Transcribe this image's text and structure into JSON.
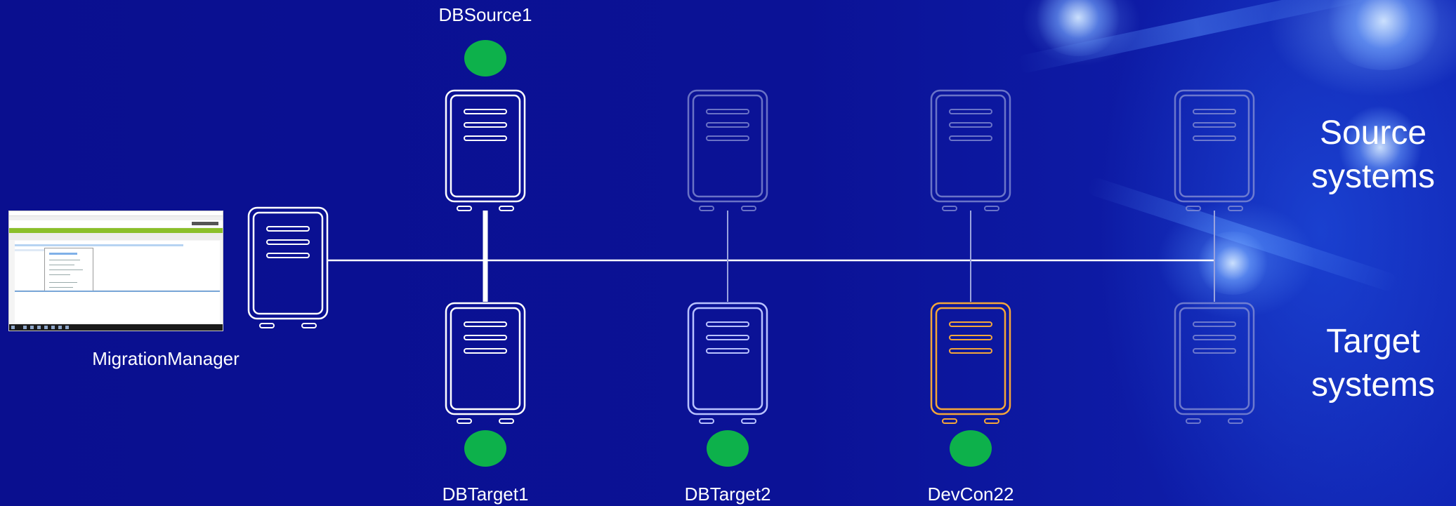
{
  "diagram": {
    "source_systems_label": "Source systems",
    "source_systems_lines": [
      "Source",
      "systems"
    ],
    "target_systems_label": "Target systems",
    "target_systems_lines": [
      "Target",
      "systems"
    ],
    "manager": {
      "name": "MigrationManager",
      "screenshot": "migration-console-screenshot"
    },
    "nodes": {
      "sources": [
        {
          "label": "DBSource1",
          "status": "active"
        },
        {
          "label": "",
          "status": "inactive"
        },
        {
          "label": "",
          "status": "inactive"
        },
        {
          "label": "",
          "status": "inactive"
        }
      ],
      "targets": [
        {
          "label": "DBTarget1",
          "status": "active"
        },
        {
          "label": "DBTarget2",
          "status": "active"
        },
        {
          "label": "DevCon22",
          "status": "selected"
        },
        {
          "label": "",
          "status": "inactive"
        }
      ]
    },
    "colors": {
      "background": "#0a0f92",
      "active": "#ffffff",
      "inactive": "#8a93d6",
      "highlight_target": "#f4a63a",
      "status_dot": "#0db14b",
      "bus_line": "#ffffff"
    },
    "icons": [
      "server-icon",
      "status-dot-icon"
    ]
  }
}
